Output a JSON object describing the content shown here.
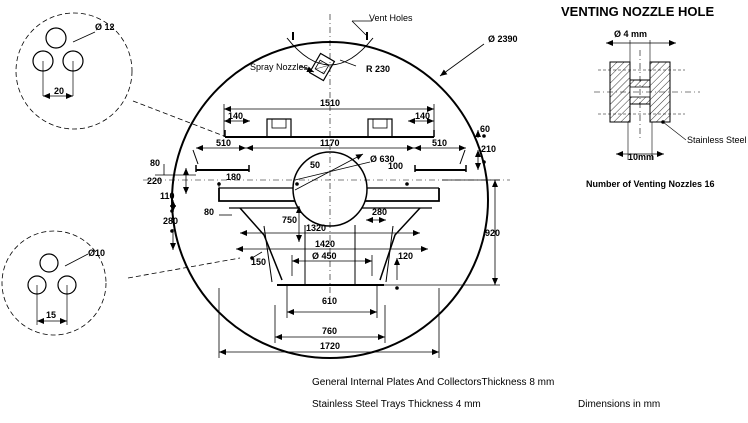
{
  "titles": {
    "venting_nozzle_hole": "VENTING NOZZLE HOLE",
    "number_of_venting_nozzles": "Number of Venting Nozzles  16"
  },
  "labels": {
    "vent_holes": "Vent Holes",
    "spray_nozzles": "Spray Nozzles",
    "stainless_steel": "Stainless Steel"
  },
  "dimensions": {
    "shell_diameter": "Ø 2390",
    "spray_radius": "R 230",
    "tray_width": "1510",
    "edge_left": "140",
    "edge_right": "140",
    "top_right_60": "60",
    "left_510": "510",
    "right_510": "510",
    "span_1170": "1170",
    "right_210": "210",
    "left_80": "80",
    "left_220": "220",
    "hole_630": "Ø 630",
    "dim_50": "50",
    "dim_100": "100",
    "dim_180": "180",
    "left_110": "110",
    "left_280": "280",
    "inner_80": "80",
    "dim_750": "750",
    "dim_280_mid": "280",
    "dim_1320": "1320",
    "dim_1420": "1420",
    "dim_920": "920",
    "dim_150": "150",
    "hole_450": "Ø 450",
    "dim_120": "120",
    "dim_610": "610",
    "dim_760": "760",
    "dim_1720": "1720",
    "detail_top_hole": "Ø 12",
    "detail_top_pitch": "20",
    "detail_bottom_hole": "Ø10",
    "detail_bottom_pitch": "15",
    "nozzle_hole": "Ø  4 mm",
    "nozzle_width": "10mm"
  },
  "notes": {
    "plates_thickness": "General Internal Plates And CollectorsThickness 8 mm",
    "trays_thickness": "Stainless Steel Trays Thickness 4 mm",
    "dimensions_unit": "Dimensions in mm"
  }
}
